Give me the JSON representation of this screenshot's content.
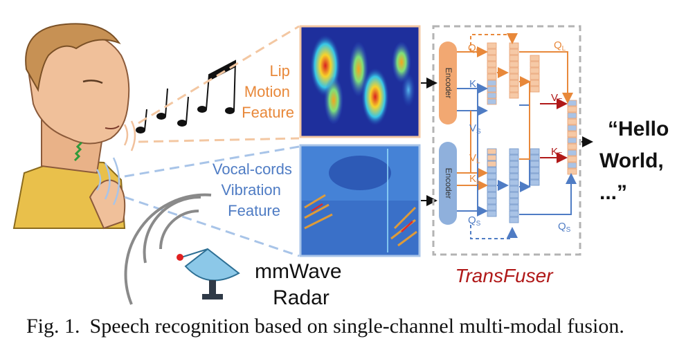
{
  "figure": {
    "lip_label": [
      "Lip",
      "Motion",
      "Feature"
    ],
    "vocal_label": [
      "Vocal-cords",
      "Vibration",
      "Feature"
    ],
    "radar_label": [
      "mmWave",
      "Radar"
    ],
    "encoder_label": "Encoder",
    "model_name": "TransFuser",
    "output_text": [
      "“Hello",
      "World,",
      "...”"
    ],
    "tokens": {
      "QL": [
        "Q",
        "L"
      ],
      "KS": [
        "K",
        "S"
      ],
      "VS": [
        "V",
        "S"
      ],
      "VL": [
        "V",
        "L"
      ],
      "KL": [
        "K",
        "L"
      ],
      "QS": [
        "Q",
        "S"
      ],
      "VF": [
        "V",
        "F"
      ],
      "KF": [
        "K",
        "F"
      ]
    },
    "colors": {
      "lip": "#e8883a",
      "vocal": "#4f7cc4",
      "fusion": "#b01818",
      "lip_encoder": "#f2a872",
      "vocal_encoder": "#8fb0dc",
      "dashed_box": "#b3b3b3"
    }
  },
  "caption": {
    "label": "Fig. 1.",
    "text": "Speech recognition based on single-channel multi-modal fusion."
  }
}
